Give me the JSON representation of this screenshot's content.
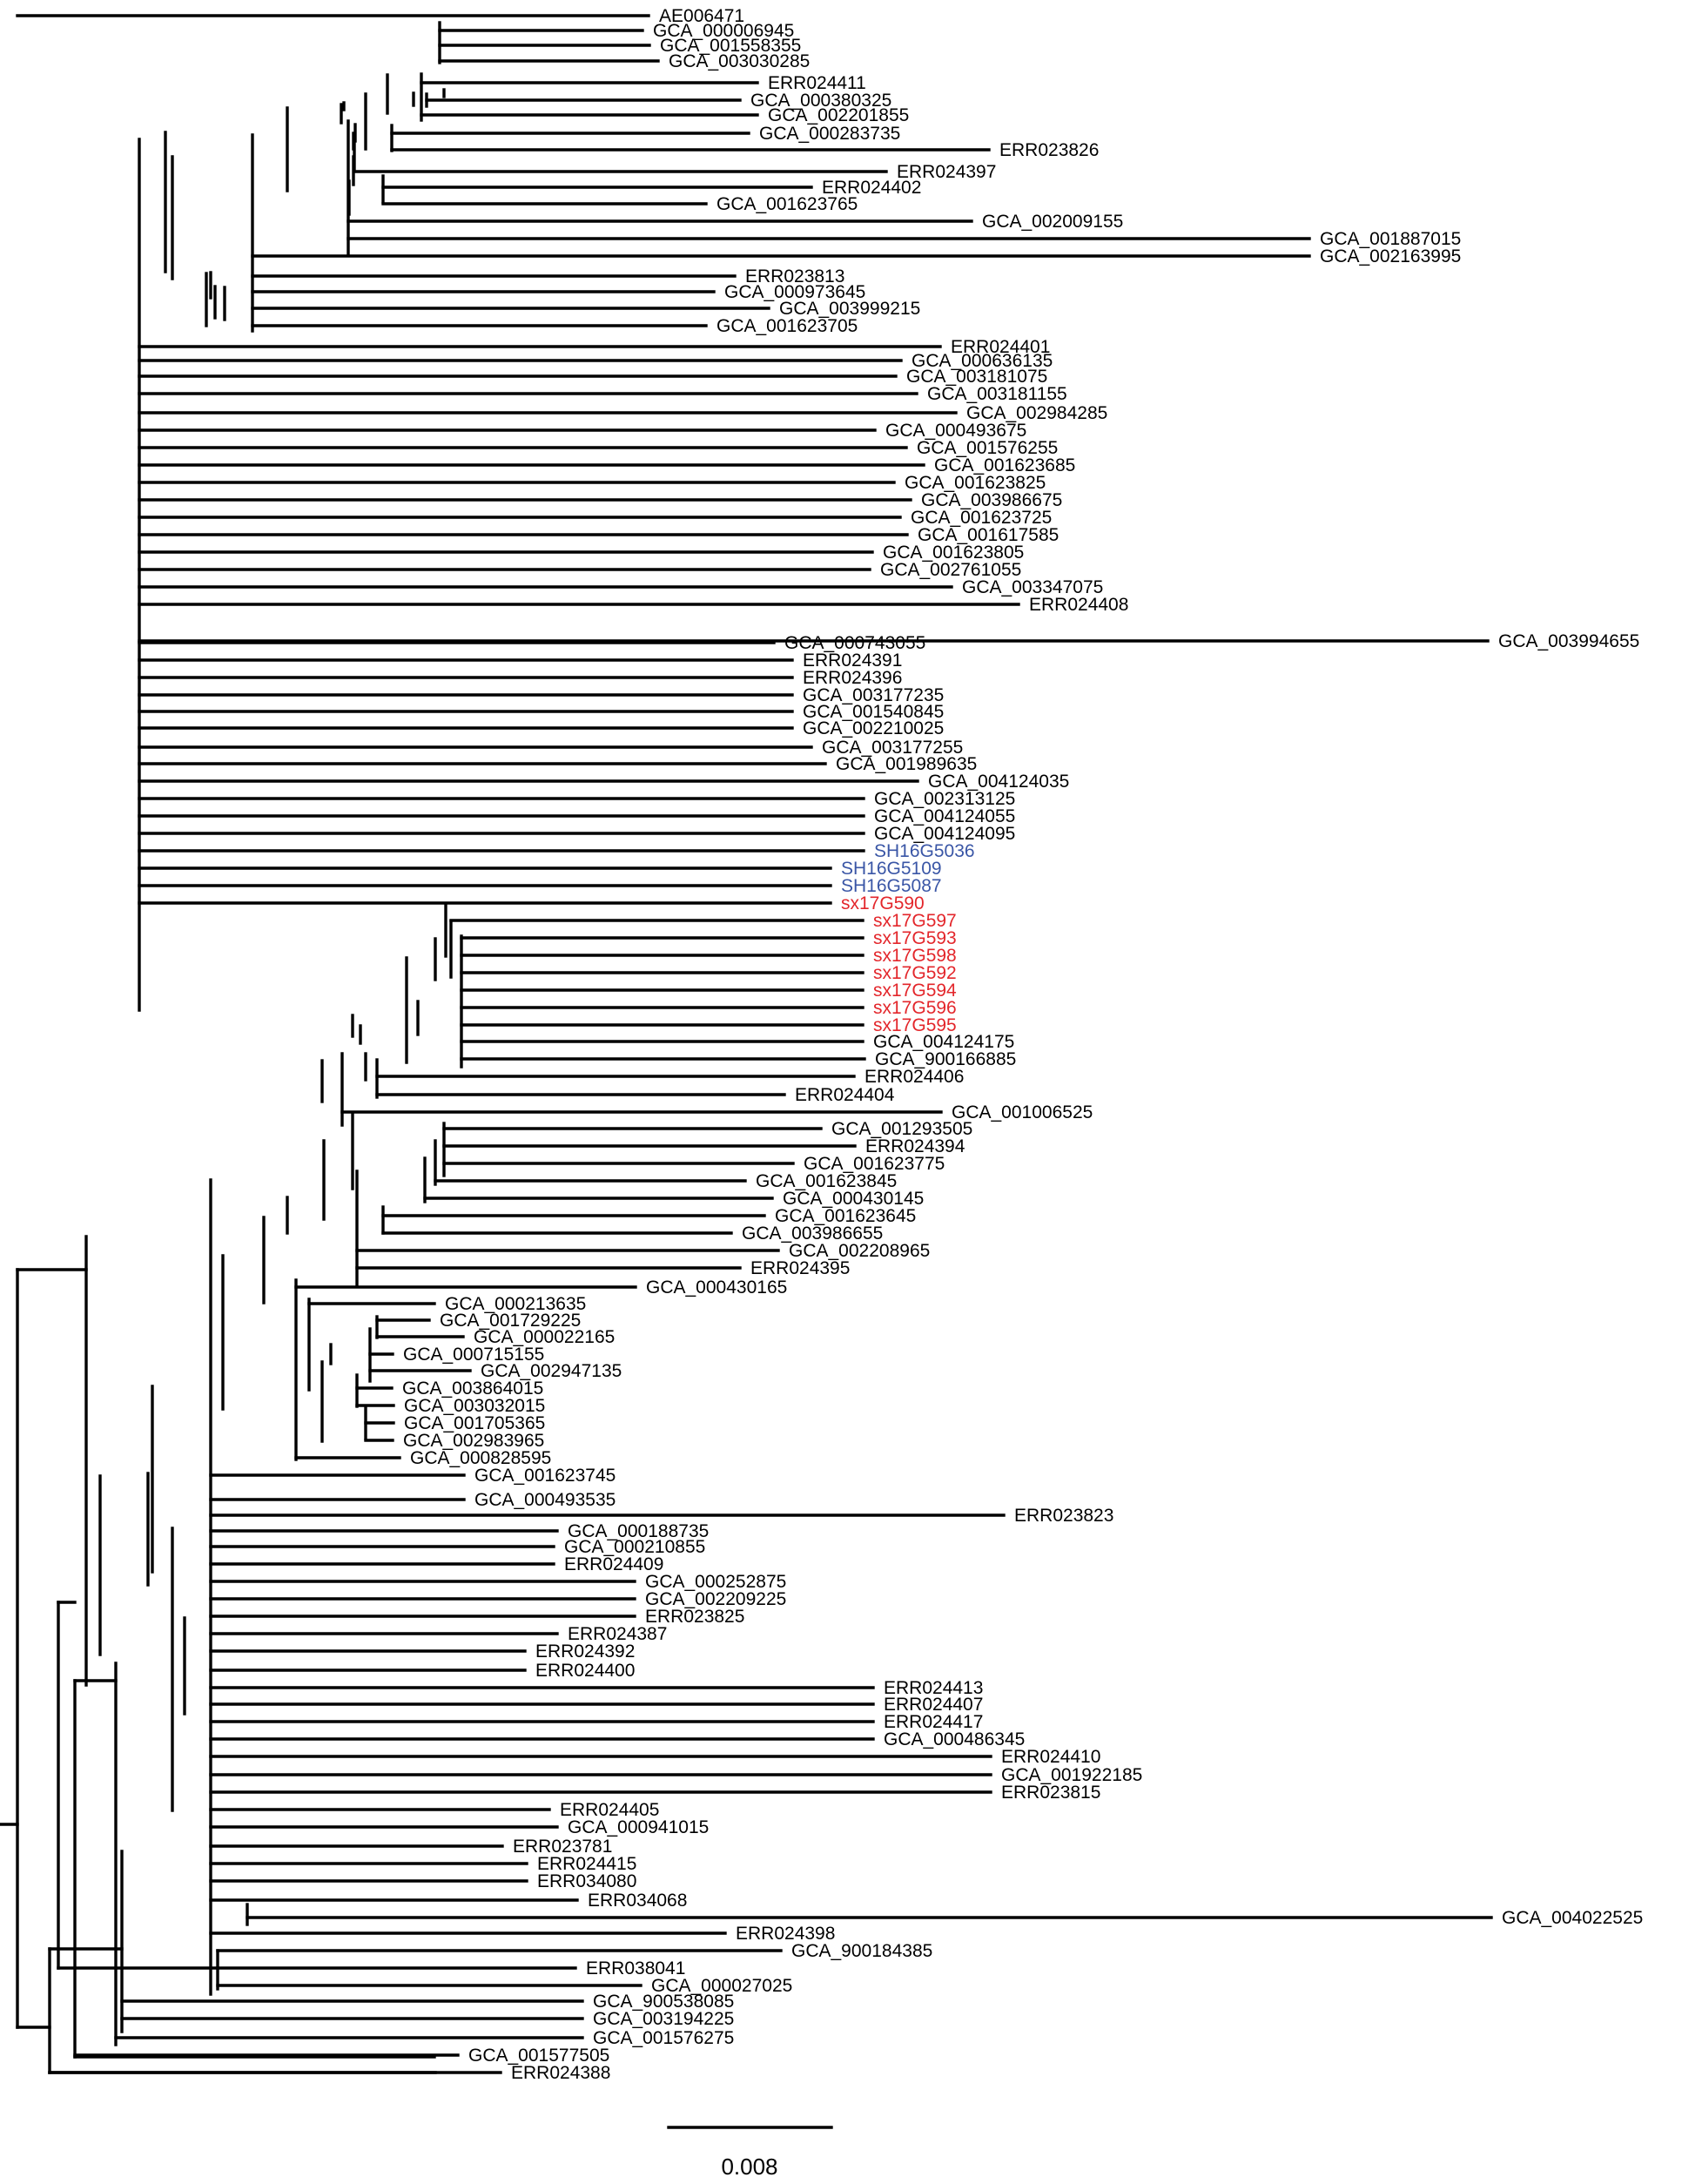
{
  "colors": {
    "default": "#000000",
    "blue_group": "#3a56a6",
    "red_group": "#e3262b"
  },
  "scale_bar": {
    "label": "0.008"
  },
  "tips": [
    {
      "label": "AE006471",
      "group": "default"
    },
    {
      "label": "GCA_000006945",
      "group": "default"
    },
    {
      "label": "GCA_001558355",
      "group": "default"
    },
    {
      "label": "GCA_003030285",
      "group": "default"
    },
    {
      "label": "ERR024411",
      "group": "default"
    },
    {
      "label": "GCA_000380325",
      "group": "default"
    },
    {
      "label": "GCA_002201855",
      "group": "default"
    },
    {
      "label": "GCA_000283735",
      "group": "default"
    },
    {
      "label": "ERR023826",
      "group": "default"
    },
    {
      "label": "ERR024397",
      "group": "default"
    },
    {
      "label": "ERR024402",
      "group": "default"
    },
    {
      "label": "GCA_001623765",
      "group": "default"
    },
    {
      "label": "GCA_002009155",
      "group": "default"
    },
    {
      "label": "GCA_001887015",
      "group": "default"
    },
    {
      "label": "GCA_002163995",
      "group": "default"
    },
    {
      "label": "ERR023813",
      "group": "default"
    },
    {
      "label": "GCA_000973645",
      "group": "default"
    },
    {
      "label": "GCA_003999215",
      "group": "default"
    },
    {
      "label": "GCA_001623705",
      "group": "default"
    },
    {
      "label": "ERR024401",
      "group": "default"
    },
    {
      "label": "GCA_000636135",
      "group": "default"
    },
    {
      "label": "GCA_003181075",
      "group": "default"
    },
    {
      "label": "GCA_003181155",
      "group": "default"
    },
    {
      "label": "GCA_002984285",
      "group": "default"
    },
    {
      "label": "GCA_000493675",
      "group": "default"
    },
    {
      "label": "GCA_001576255",
      "group": "default"
    },
    {
      "label": "GCA_001623685",
      "group": "default"
    },
    {
      "label": "GCA_001623825",
      "group": "default"
    },
    {
      "label": "GCA_003986675",
      "group": "default"
    },
    {
      "label": "GCA_001623725",
      "group": "default"
    },
    {
      "label": "GCA_001617585",
      "group": "default"
    },
    {
      "label": "GCA_001623805",
      "group": "default"
    },
    {
      "label": "GCA_002761055",
      "group": "default"
    },
    {
      "label": "GCA_003347075",
      "group": "default"
    },
    {
      "label": "ERR024408",
      "group": "default"
    },
    {
      "label": "GCA_003994655",
      "group": "default"
    },
    {
      "label": "GCA_000743055",
      "group": "default"
    },
    {
      "label": "ERR024391",
      "group": "default"
    },
    {
      "label": "ERR024396",
      "group": "default"
    },
    {
      "label": "GCA_003177235",
      "group": "default"
    },
    {
      "label": "GCA_001540845",
      "group": "default"
    },
    {
      "label": "GCA_002210025",
      "group": "default"
    },
    {
      "label": "GCA_003177255",
      "group": "default"
    },
    {
      "label": "GCA_001989635",
      "group": "default"
    },
    {
      "label": "GCA_004124035",
      "group": "default"
    },
    {
      "label": "GCA_002313125",
      "group": "default"
    },
    {
      "label": "GCA_004124055",
      "group": "default"
    },
    {
      "label": "GCA_004124095",
      "group": "default"
    },
    {
      "label": "SH16G5036",
      "group": "blue_group"
    },
    {
      "label": "SH16G5109",
      "group": "blue_group"
    },
    {
      "label": "SH16G5087",
      "group": "blue_group"
    },
    {
      "label": "sx17G590",
      "group": "red_group"
    },
    {
      "label": "sx17G597",
      "group": "red_group"
    },
    {
      "label": "sx17G593",
      "group": "red_group"
    },
    {
      "label": "sx17G598",
      "group": "red_group"
    },
    {
      "label": "sx17G592",
      "group": "red_group"
    },
    {
      "label": "sx17G594",
      "group": "red_group"
    },
    {
      "label": "sx17G596",
      "group": "red_group"
    },
    {
      "label": "sx17G595",
      "group": "red_group"
    },
    {
      "label": "GCA_004124175",
      "group": "default"
    },
    {
      "label": "GCA_900166885",
      "group": "default"
    },
    {
      "label": "ERR024406",
      "group": "default"
    },
    {
      "label": "ERR024404",
      "group": "default"
    },
    {
      "label": "GCA_001006525",
      "group": "default"
    },
    {
      "label": "GCA_001293505",
      "group": "default"
    },
    {
      "label": "ERR024394",
      "group": "default"
    },
    {
      "label": "GCA_001623775",
      "group": "default"
    },
    {
      "label": "GCA_001623845",
      "group": "default"
    },
    {
      "label": "GCA_000430145",
      "group": "default"
    },
    {
      "label": "GCA_001623645",
      "group": "default"
    },
    {
      "label": "GCA_003986655",
      "group": "default"
    },
    {
      "label": "GCA_002208965",
      "group": "default"
    },
    {
      "label": "ERR024395",
      "group": "default"
    },
    {
      "label": "GCA_000430165",
      "group": "default"
    },
    {
      "label": "GCA_000213635",
      "group": "default"
    },
    {
      "label": "GCA_001729225",
      "group": "default"
    },
    {
      "label": "GCA_000022165",
      "group": "default"
    },
    {
      "label": "GCA_000715155",
      "group": "default"
    },
    {
      "label": "GCA_002947135",
      "group": "default"
    },
    {
      "label": "GCA_003864015",
      "group": "default"
    },
    {
      "label": "GCA_003032015",
      "group": "default"
    },
    {
      "label": "GCA_001705365",
      "group": "default"
    },
    {
      "label": "GCA_002983965",
      "group": "default"
    },
    {
      "label": "GCA_000828595",
      "group": "default"
    },
    {
      "label": "GCA_001623745",
      "group": "default"
    },
    {
      "label": "GCA_000493535",
      "group": "default"
    },
    {
      "label": "ERR023823",
      "group": "default"
    },
    {
      "label": "GCA_000188735",
      "group": "default"
    },
    {
      "label": "GCA_000210855",
      "group": "default"
    },
    {
      "label": "ERR024409",
      "group": "default"
    },
    {
      "label": "GCA_000252875",
      "group": "default"
    },
    {
      "label": "GCA_002209225",
      "group": "default"
    },
    {
      "label": "ERR023825",
      "group": "default"
    },
    {
      "label": "ERR024387",
      "group": "default"
    },
    {
      "label": "ERR024392",
      "group": "default"
    },
    {
      "label": "ERR024400",
      "group": "default"
    },
    {
      "label": "ERR024413",
      "group": "default"
    },
    {
      "label": "ERR024407",
      "group": "default"
    },
    {
      "label": "ERR024417",
      "group": "default"
    },
    {
      "label": "GCA_000486345",
      "group": "default"
    },
    {
      "label": "ERR024410",
      "group": "default"
    },
    {
      "label": "GCA_001922185",
      "group": "default"
    },
    {
      "label": "ERR023815",
      "group": "default"
    },
    {
      "label": "ERR024405",
      "group": "default"
    },
    {
      "label": "GCA_000941015",
      "group": "default"
    },
    {
      "label": "ERR023781",
      "group": "default"
    },
    {
      "label": "ERR024415",
      "group": "default"
    },
    {
      "label": "ERR034080",
      "group": "default"
    },
    {
      "label": "ERR034068",
      "group": "default"
    },
    {
      "label": "GCA_004022525",
      "group": "default"
    },
    {
      "label": "ERR024398",
      "group": "default"
    },
    {
      "label": "GCA_900184385",
      "group": "default"
    },
    {
      "label": "ERR038041",
      "group": "default"
    },
    {
      "label": "GCA_000027025",
      "group": "default"
    },
    {
      "label": "GCA_900538085",
      "group": "default"
    },
    {
      "label": "GCA_003194225",
      "group": "default"
    },
    {
      "label": "GCA_001576275",
      "group": "default"
    },
    {
      "label": "GCA_001577505",
      "group": "default"
    },
    {
      "label": "ERR024388",
      "group": "default"
    }
  ]
}
